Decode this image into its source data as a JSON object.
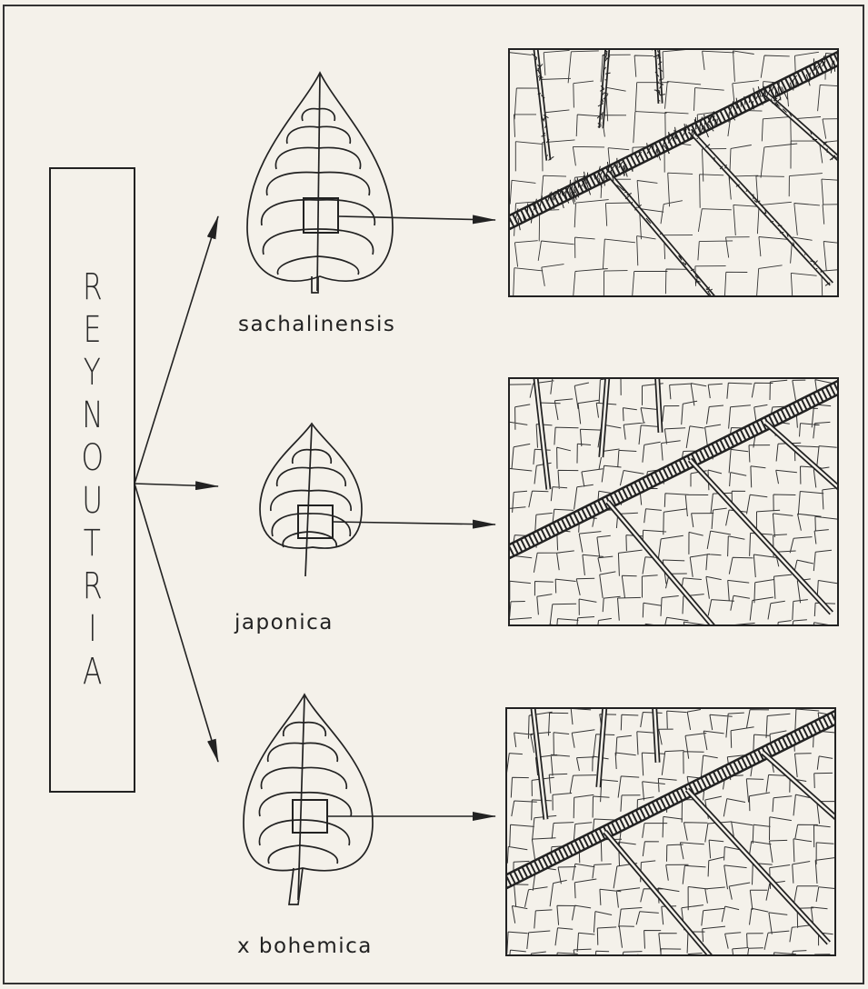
{
  "genus": "REYNOUTRIA",
  "species": [
    {
      "key": "sachalinensis",
      "label": "sachalinensis"
    },
    {
      "key": "japonica",
      "label": "japonica"
    },
    {
      "key": "bohemica",
      "label": "x bohemica"
    }
  ],
  "colors": {
    "ink": "#222222",
    "paper": "#f4f1ea"
  }
}
